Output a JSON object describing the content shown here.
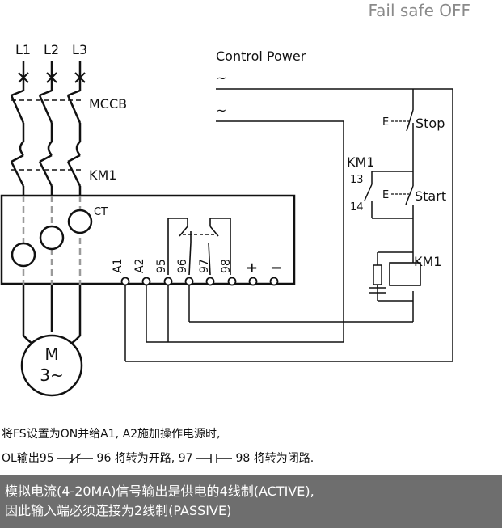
{
  "header": {
    "mode": "Fail safe OFF"
  },
  "diagram": {
    "phases": [
      "L1",
      "L2",
      "L3"
    ],
    "breaker_label": "MCCB",
    "contactor_label": "KM1",
    "ct_label": "CT",
    "control_power_label": "Control Power",
    "ac_symbol": "~",
    "stop_label": "Stop",
    "start_label": "Start",
    "km1_aux_label": "KM1",
    "aux_13": "13",
    "aux_14": "14",
    "coil_label": "KM1",
    "e_mark": "E",
    "terminals": [
      "A1",
      "A2",
      "95",
      "96",
      "97",
      "98",
      "+",
      "−"
    ],
    "motor": {
      "letter": "M",
      "phase": "3~"
    }
  },
  "notes": {
    "line1": "将FS设置为ON并给A1, A2施加操作电源时,",
    "line2_pre": "OL输出95",
    "line2_mid1": "96 将转为开路, 97",
    "line2_post": "98 将转为闭路."
  },
  "banner": {
    "line1": "模拟电流(4-20MA)信号输出是供电的4线制(ACTIVE),",
    "line2": "因此输入端必须连接为2线制(PASSIVE)"
  }
}
